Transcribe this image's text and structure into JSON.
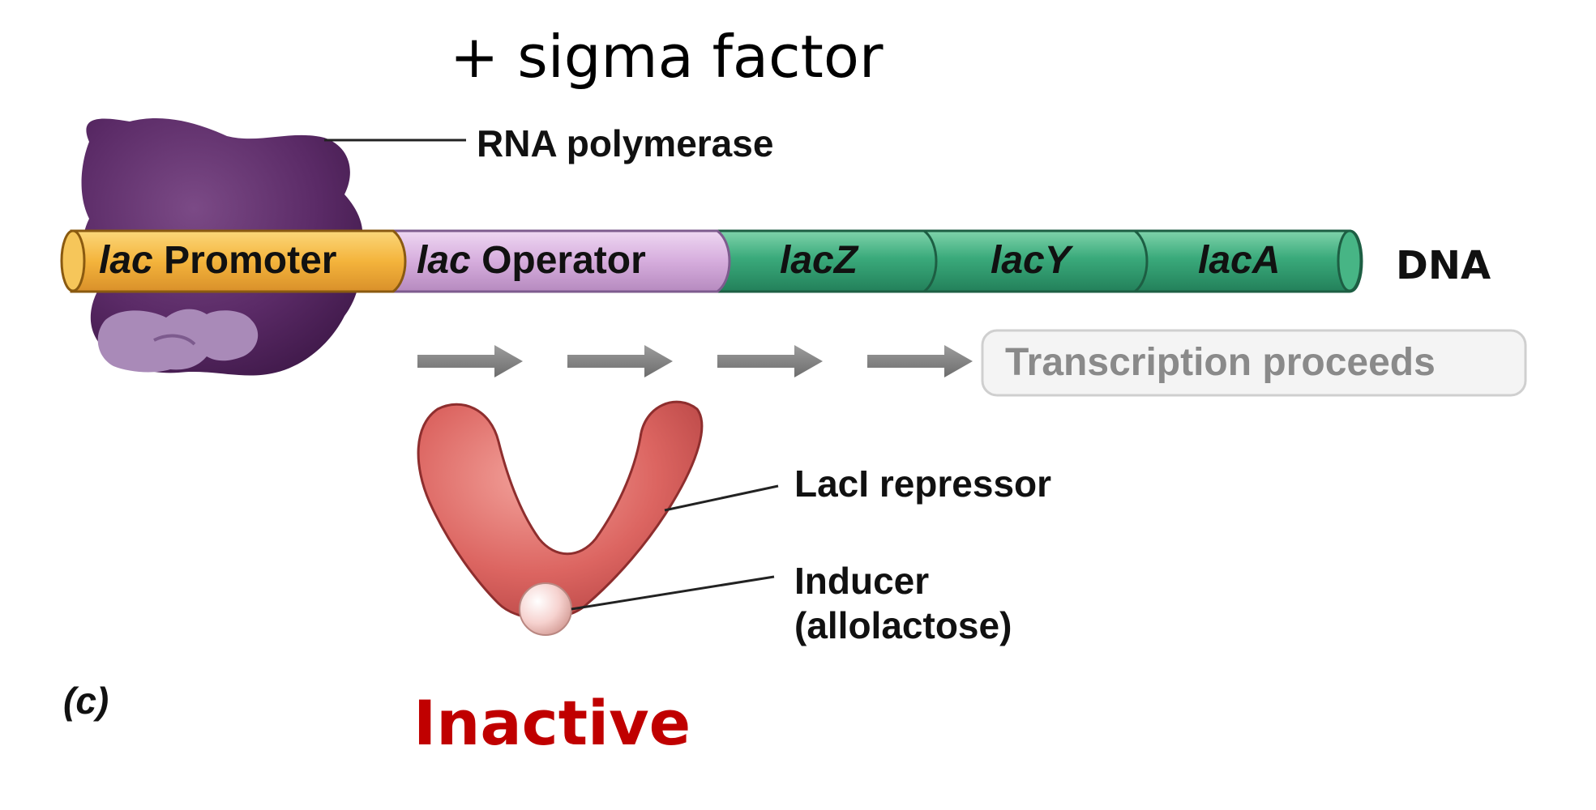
{
  "title": "+ sigma factor",
  "labels": {
    "rna_polymerase": "RNA polymerase",
    "dna": "DNA",
    "transcription": "Transcription proceeds",
    "repressor": "LacI repressor",
    "inducer_line1": "Inducer",
    "inducer_line2": "(allolactose)",
    "panel": "(c)",
    "status": "Inactive"
  },
  "dna_segments": {
    "promoter_italic": "lac",
    "promoter_text": " Promoter",
    "operator_italic": "lac",
    "operator_text": " Operator",
    "lacZ": "lacZ",
    "lacY": "lacY",
    "lacA": "lacA"
  },
  "colors": {
    "polymerase": "#5a2a66",
    "promoter": "#f6b93a",
    "operator": "#d9b3e0",
    "genes": "#3fae82",
    "repressor": "#d9605e",
    "status": "#c00000"
  }
}
